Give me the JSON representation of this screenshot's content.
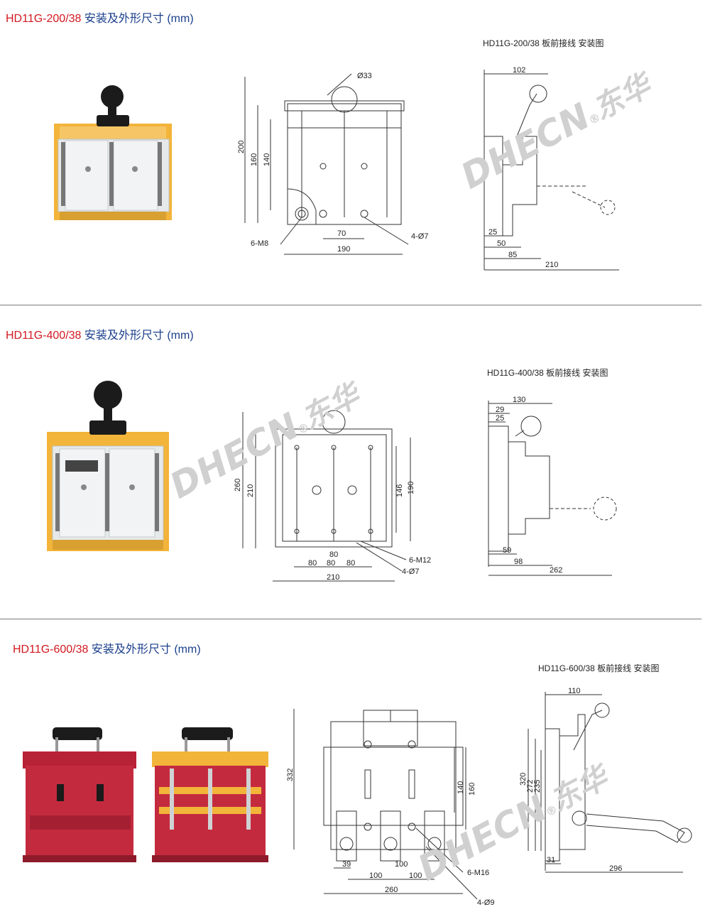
{
  "sections": [
    {
      "model": "HD11G-200/38",
      "title_suffix": " 安装及外形尺寸 (mm)",
      "drawing_caption": "HD11G-200/38 板前接线 安装图",
      "front_dims": {
        "d1": "Ø33",
        "d2": "200",
        "d3": "160",
        "d4": "140",
        "d5": "6-M8",
        "d6": "70",
        "d7": "4-Ø7",
        "d8": "190"
      },
      "side_dims": {
        "s1": "102",
        "s2": "25",
        "s3": "50",
        "s4": "85",
        "s5": "210"
      }
    },
    {
      "model": "HD11G-400/38",
      "title_suffix": " 安装及外形尺寸 (mm)",
      "drawing_caption": "HD11G-400/38 板前接线 安装图",
      "front_dims": {
        "d1": "260",
        "d2": "210",
        "d3": "146",
        "d4": "190",
        "d5": "80",
        "d6": "80",
        "d7": "80",
        "d8": "80",
        "d9": "6-M12",
        "d10": "4-Ø7",
        "d11": "210"
      },
      "side_dims": {
        "s1": "130",
        "s2": "29",
        "s3": "25",
        "s4": "59",
        "s5": "98",
        "s6": "262"
      }
    },
    {
      "model": "HD11G-600/38",
      "title_suffix": " 安装及外形尺寸 (mm)",
      "drawing_caption": "HD11G-600/38 板前接线 安装图",
      "front_dims": {
        "d1": "332",
        "d2": "140",
        "d3": "160",
        "d4": "39",
        "d5": "100",
        "d6": "100",
        "d7": "100",
        "d8": "6-M16",
        "d9": "260",
        "d10": "4-Ø9"
      },
      "side_dims": {
        "s1": "110",
        "s2": "320",
        "s3": "272",
        "s4": "235",
        "s5": "31",
        "s6": "296"
      }
    }
  ],
  "watermark": {
    "brand": "DHECN",
    "cn": "东华",
    "reg": "®"
  },
  "colors": {
    "model_red": "#d21920",
    "title_blue": "#1a3f8c",
    "frame_yellow": "#f3b43a",
    "frame_red": "#c42a3e",
    "cover_grey": "#e6e9ea",
    "handle_black": "#1b1b1b"
  }
}
